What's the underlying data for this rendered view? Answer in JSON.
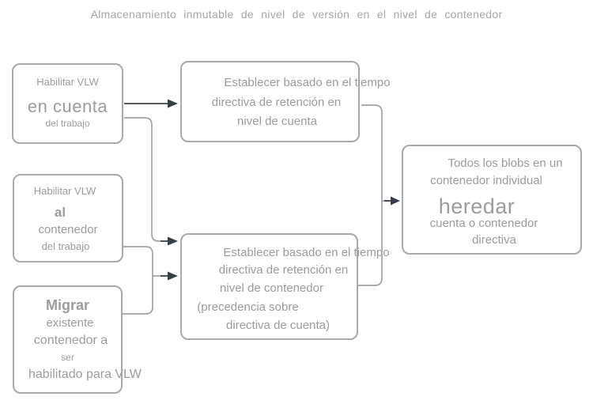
{
  "title": "Almacenamiento inmutable de nivel de versión en el nivel de contenedor",
  "colors": {
    "background": "#ffffff",
    "node_border": "#a6a9ad",
    "node_text": "#9c9c9c",
    "connector_gray": "#9fa3a8",
    "arrow_dark": "#353d4a",
    "title_text": "#a7a7a7"
  },
  "boxes": {
    "enable_vlw_account": {
      "line1": "Habilitar VLW",
      "line2": "en cuenta",
      "line3": "del trabajo"
    },
    "enable_vlw_container": {
      "line1": "Habilitar VLW",
      "line2": "al",
      "line3": "contenedor",
      "line4": "del trabajo"
    },
    "migrate_container": {
      "line1": "Migrar",
      "line2": "existente",
      "line3": "contenedor a",
      "line4": "ser",
      "line5": "habilitado para VLW"
    },
    "account_policy": {
      "line1": "Establecer basado en el tiempo",
      "line2": "directiva de retención en",
      "line3": "nivel de cuenta"
    },
    "container_policy": {
      "line1": "Establecer basado en el tiempo",
      "line2": "directiva de retención en",
      "line3": "nivel de contenedor",
      "line4": "(precedencia sobre",
      "line5": "directiva de cuenta)"
    },
    "inherit_policy": {
      "line1": "Todos los blobs en un",
      "line2": "contenedor individual",
      "line3": "heredar",
      "line4": "cuenta o contenedor",
      "line5": "directiva"
    }
  }
}
